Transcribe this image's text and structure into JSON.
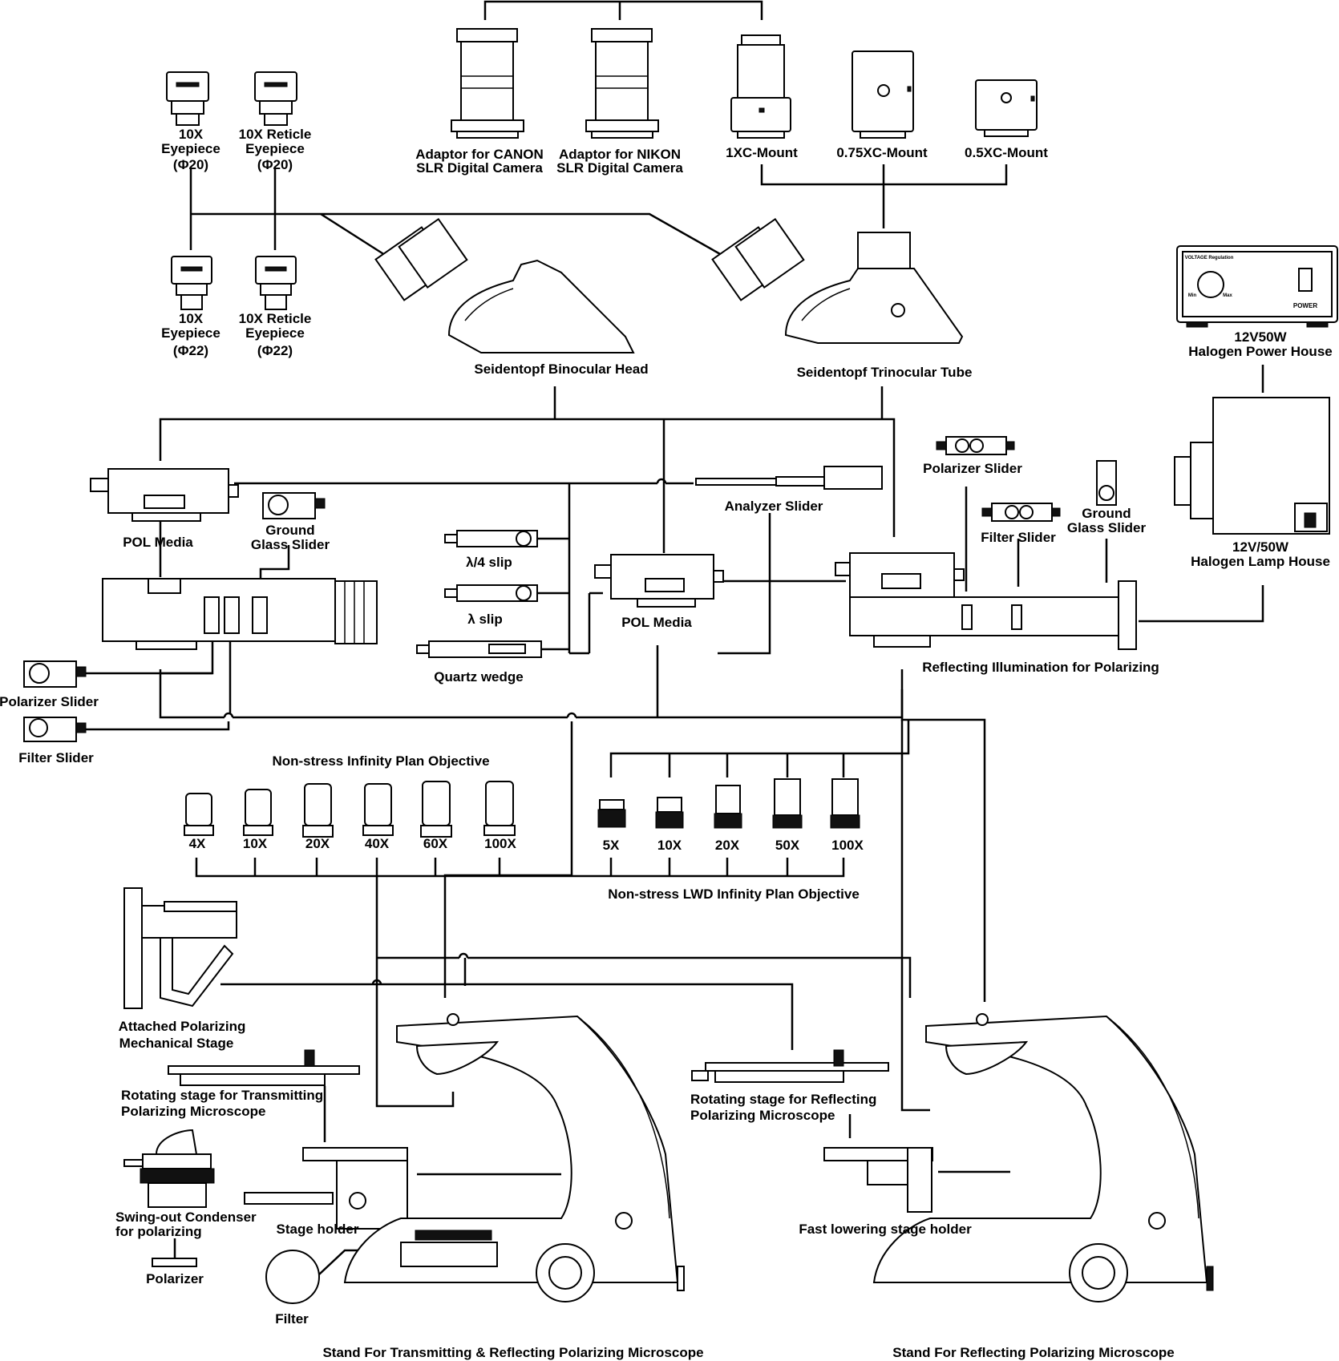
{
  "labels": {
    "eyepiece_10x_phi20": [
      "10X",
      "Eyepiece",
      "(Φ20)"
    ],
    "reticle_eyepiece_phi20": [
      "10X Reticle",
      "Eyepiece",
      "(Φ20)"
    ],
    "eyepiece_10x_phi22": [
      "10X",
      "Eyepiece",
      "(Φ22)"
    ],
    "reticle_eyepiece_phi22": [
      "10X Reticle",
      "Eyepiece",
      "(Φ22)"
    ],
    "adaptor_canon": [
      "Adaptor for CANON",
      "SLR Digital Camera"
    ],
    "adaptor_nikon": [
      "Adaptor for NIKON",
      "SLR Digital Camera"
    ],
    "c_mount_1x": "1XC-Mount",
    "c_mount_075x": "0.75XC-Mount",
    "c_mount_05x": "0.5XC-Mount",
    "binocular_head": "Seidentopf Binocular Head",
    "trinocular_tube": "Seidentopf Trinocular Tube",
    "power_house": [
      "12V50W",
      "Halogen Power House"
    ],
    "lamp_house": [
      "12V/50W",
      "Halogen Lamp House"
    ],
    "pol_media_left": "POL Media",
    "ground_glass_left": [
      "Ground",
      "Glass Slider"
    ],
    "analyzer_slider": "Analyzer Slider",
    "quarter_wave_slip": "λ/4 slip",
    "lambda_slip": "λ slip",
    "quartz_wedge": "Quartz wedge",
    "pol_media_center": "POL Media",
    "polarizer_slider_right": "Polarizer Slider",
    "filter_slider_right": "Filter Slider",
    "ground_glass_right": [
      "Ground",
      "Glass Slider"
    ],
    "reflecting_illumination": "Reflecting Illumination for Polarizing",
    "polarizer_slider_left": "Polarizer Slider",
    "filter_slider_left": "Filter Slider",
    "plan_objective_title": "Non-stress Infinity Plan Objective",
    "lwd_objective_title": "Non-stress LWD Infinity Plan Objective",
    "attached_stage": [
      "Attached Polarizing",
      "Mechanical Stage"
    ],
    "rotating_stage_transmitting": [
      "Rotating stage for Transmitting",
      "Polarizing Microscope"
    ],
    "swing_out_condenser": [
      "Swing-out Condenser",
      "for polarizing"
    ],
    "polarizer": "Polarizer",
    "stage_holder": "Stage holder",
    "filter": "Filter",
    "rotating_stage_reflecting": [
      "Rotating stage for Reflecting",
      "Polarizing Microscope"
    ],
    "fast_lowering_holder": "Fast lowering stage holder",
    "stand_transmitting_reflecting": "Stand For Transmitting & Reflecting Polarizing Microscope",
    "stand_reflecting": "Stand For Reflecting Polarizing Microscope"
  },
  "plan_objectives": [
    "4X",
    "10X",
    "20X",
    "40X",
    "60X",
    "100X"
  ],
  "lwd_objectives": [
    "5X",
    "10X",
    "20X",
    "50X",
    "100X"
  ],
  "device_text": {
    "power_switch": "POWER",
    "voltage_knob": "VOLTAGE Regulation",
    "knob_min": "Min",
    "knob_max": "Max"
  }
}
